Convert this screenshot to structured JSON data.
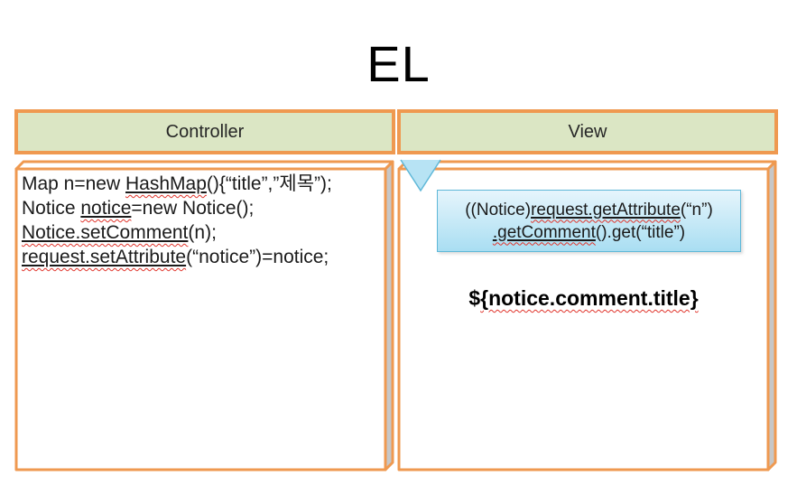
{
  "title": "EL",
  "colors": {
    "orange": "#EF9950",
    "header_fill": "#DBE6C4",
    "side_gray": "#C7C7C7",
    "callout_border": "#5FB8D8",
    "callout_top": "#E6F5FC",
    "callout_bottom": "#A9DEF2",
    "squiggle": "#E0342B"
  },
  "table": {
    "headers": [
      {
        "label": "Controller"
      },
      {
        "label": "View"
      }
    ]
  },
  "controller": {
    "code_lines": [
      [
        {
          "t": "Map n=new "
        },
        {
          "t": "HashMap",
          "u": true,
          "w": true
        },
        {
          "t": "(){“title”,”제목”);"
        }
      ],
      [
        {
          "t": "Notice "
        },
        {
          "t": "notice",
          "u": true,
          "w": true
        },
        {
          "t": "=new Notice();"
        }
      ],
      [
        {
          "t": "Notice.setComment",
          "u": true,
          "w": true
        },
        {
          "t": "(n);"
        }
      ],
      [
        {
          "t": "request.setAttribute",
          "u": true,
          "w": true
        },
        {
          "t": "(“notice”)=notice;"
        }
      ]
    ]
  },
  "view": {
    "callout_lines": [
      [
        {
          "t": "((Notice)"
        },
        {
          "t": "request.getAttribute",
          "u": true,
          "w": true
        },
        {
          "t": "(“n”)"
        }
      ],
      [
        {
          "t": ".getComment",
          "u": true,
          "w": true
        },
        {
          "t": "().get(“title”)"
        }
      ]
    ],
    "el_expression": [
      {
        "t": "$"
      },
      {
        "t": "{notice.comment.title}",
        "w": true
      }
    ]
  }
}
